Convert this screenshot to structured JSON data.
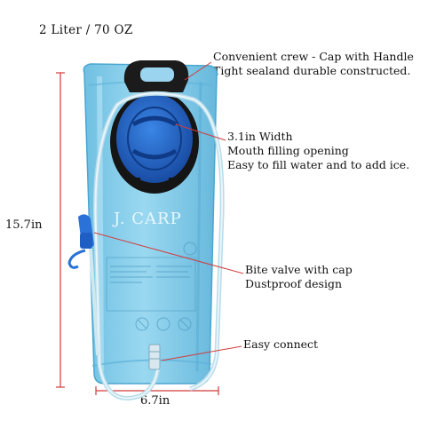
{
  "capacity_title": "2 Liter / 70 OZ",
  "brand_text": "J. CARP",
  "callouts": {
    "cap": [
      "Convenient crew - Cap with Handle",
      "Tight sealand durable constructed."
    ],
    "opening": [
      "3.1in Width",
      "Mouth filling opening",
      "Easy to fill water and to add ice."
    ],
    "valve": [
      "Bite valve with cap",
      "Dustproof design"
    ],
    "connect": [
      "Easy connect"
    ]
  },
  "dimensions": {
    "height": "15.7in",
    "width": "6.7in"
  },
  "colors": {
    "bladder": "#8fd0ea",
    "cap": "#1f5fc4",
    "handle": "#1b1b1b",
    "tube": "#cfe7f1",
    "valve": "#2a72d8",
    "dimension_line": "#d23a3a"
  }
}
